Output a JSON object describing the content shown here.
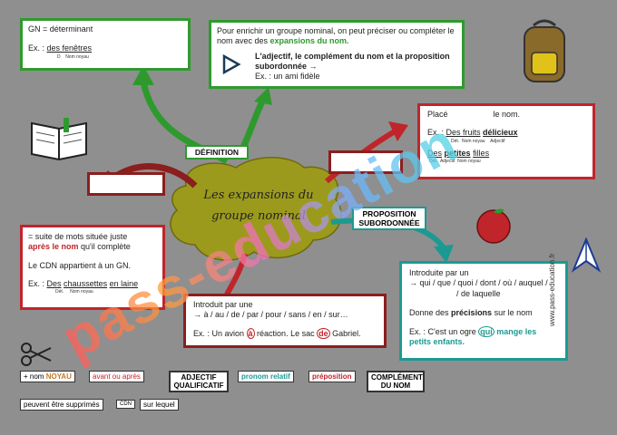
{
  "gn": {
    "line1": "GN = déterminant",
    "ex_prefix": "Ex. : ",
    "ex_text": "des fenêtres",
    "sub1": "D",
    "sub2": "Nom noyau"
  },
  "enrich": {
    "line1": "Pour enrichir un groupe nominal, on peut préciser ou compléter le nom avec des ",
    "highlight": "expansions du nom.",
    "rule": "L'adjectif, le complément du nom  et la proposition subordonnée →",
    "example": "Ex. : un ami fidèle"
  },
  "definition_label": "DÉFINITION",
  "center_title_1": "Les expansions du",
  "center_title_2": "groupe nominal",
  "adj": {
    "line1": "Placé",
    "line1_end": "le nom.",
    "ex1_prefix": "Ex. : ",
    "ex1_a": "Des fruits",
    "ex1_b": "délicieux",
    "sub_a": "Dét.",
    "sub_b": "Nom noyau",
    "sub_c": "Adjectif",
    "ex2_a": "Des",
    "ex2_b": "petites",
    "ex2_c": "filles",
    "sub2_a": "Dét.",
    "sub2_b": "Adjectif",
    "sub2_c": "Nom noyau"
  },
  "cdn": {
    "line1": "= suite de mots située juste",
    "line2a": "après le nom",
    "line2b": " qu'il complète",
    "line3": "Le CDN appartient à un GN.",
    "ex_prefix": "Ex. : ",
    "ex_a": "Des",
    "ex_b": "chaussettes",
    "ex_c": "en laine",
    "sub_a": "Dét.",
    "sub_b": "Nom noyau"
  },
  "prep": {
    "line1": "Introduit par une",
    "line2": "→ à / au / de / par / pour / sans / en / sur…",
    "ex_prefix": "Ex. : Un avion ",
    "ex_a": "à",
    "ex_b": " réaction. Le sac ",
    "ex_c": "de",
    "ex_d": " Gabriel."
  },
  "propsub_label_1": "PROPOSITION",
  "propsub_label_2": "SUBORDONNÉE",
  "rel": {
    "line1": "Introduite par un",
    "line2": "→ qui / que / quoi / dont / où / auquel /",
    "line3": "/ de laquelle",
    "line4a": "Donne des ",
    "line4b": "précisions",
    "line4c": " sur le nom",
    "ex_prefix": "Ex. : C'est un ogre ",
    "ex_a": "qui",
    "ex_b": " mange les petits enfants."
  },
  "bottom": {
    "chip1_a": "+ nom ",
    "chip1_b": "NOYAU",
    "chip2": "avant ou après",
    "chip3": "ADJECTIF QUALIFICATIF",
    "chip4": "pronom relatif",
    "chip5": "préposition",
    "chip6": "COMPLÉMENT DU NOM",
    "chip7": "peuvent être supprimés",
    "chip8": "CDN",
    "chip9": "sur lequel"
  },
  "site": "www.pass-education.fr",
  "watermark": "pass-education",
  "colors": {
    "green": "#2e9a2e",
    "red": "#c0252b",
    "darkred": "#8b1e1e",
    "teal": "#1c9a92",
    "center_blob": "#9c9a1c"
  }
}
